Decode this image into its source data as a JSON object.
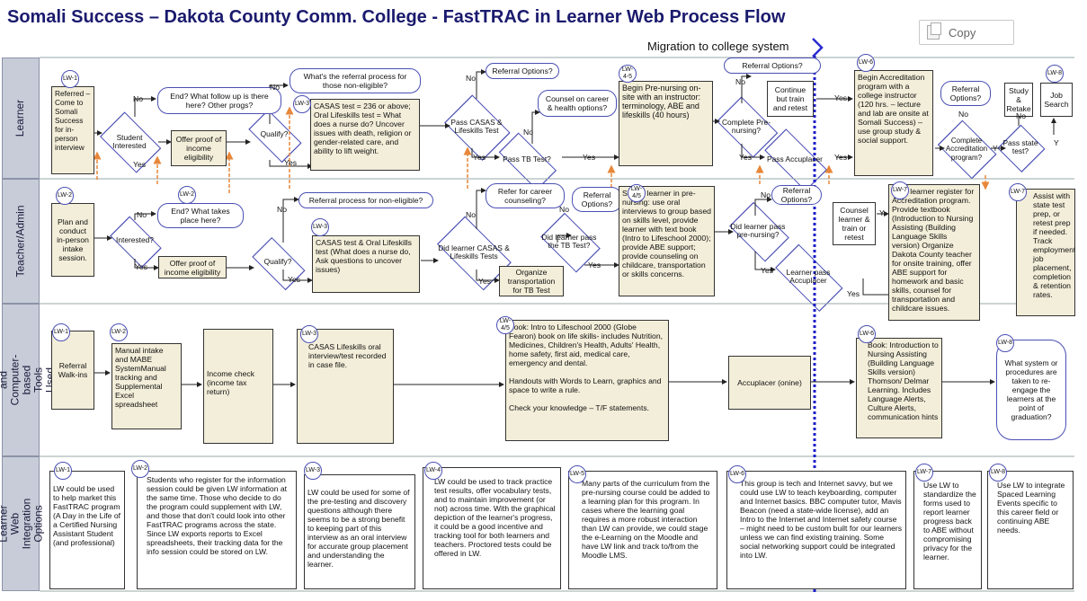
{
  "title": "Somali Success – Dakota County Comm. College - FastTRAC in Learner Web Process Flow",
  "copy_label": "Copy",
  "migration_label": "Migration to college system",
  "lanes": [
    "Learner",
    "Teacher/Admin",
    "Physical and Computer-based Tools Used",
    "Learner Web Integration Options"
  ],
  "learner": {
    "referred": "Referred – Come to Somali Success for in-person interview",
    "student_interested": "Student Interested",
    "end_q": "End? What follow up is there here? Other progs?",
    "offer_proof": "Offer proof of income eligibility",
    "qualify": "Qualify?",
    "nonelig_q": "What's the referral process for those non-eligible?",
    "casas_test": "CASAS test = 236 or above; Oral Lifeskills test = What does a nurse do? Uncover issues with death, religion or gender-related care, and ability to lift weight.",
    "referral_options": "Referral Options?",
    "pass_casas": "Pass CASAS & Lifeskills Test",
    "counsel_career": "Counsel on career & health options?",
    "pass_tb": "Pass TB Test?",
    "begin_prenursing": "Begin Pre-nursing on-site with an instructor: terminology, ABE and lifeskills (40 hours)",
    "complete_prenursing": "Complete Pre-nursing?",
    "referral_options2": "Referral Options?",
    "continue_train": "Continue but train and retest",
    "pass_accuplacer": "Pass Accuplacer",
    "begin_accred": "Begin Accreditation program with a college instructor (120 hrs. – lecture and lab are onsite at Somali Success) – use group study & social support.",
    "referral_options3": "Referral Options?",
    "complete_accred": "Complete Accreditation program?",
    "study_retake": "Study & Retake",
    "pass_state": "Pass state test?",
    "job_search": "Job Search"
  },
  "teacher": {
    "plan": "Plan and conduct in-person intake session.",
    "interested": "Interested?",
    "end_q": "End? What takes place here?",
    "offer_proof": "Offer proof of income eligibility",
    "qualify": "Qualify?",
    "nonelig_q": "Referral process for non-eligible?",
    "casas_test": "CASAS test & Oral Lifeskills test (What does a nurse do, Ask questions to uncover issues)",
    "did_learner_casas": "Did learner CASAS & Lifeskills Tests",
    "refer_career": "Refer for career counseling?",
    "referral_options": "Referral Options?",
    "organize_tb": "Organize transportation for TB Test",
    "did_learner_tb": "Did learner pass the TB Test?",
    "setup_learner": "Set up learner in pre-nursing: use oral interviews to group based on skills level, provide learner with text book (Intro to Lifeschool 2000); provide ABE support; provide counseling on childcare, transportation or skills concerns.",
    "did_learner_prenursing": "Did learner pass pre-nursing?",
    "referral_options2": "Referral Options?",
    "counsel_retest": "Counsel learner & train or retest",
    "learner_pass_accu": "Learner pass Accuplacer",
    "help_register": "Help learner register for Accreditation program. Provide textbook (Introduction to Nursing Assisting (Building Language Skills version) Organize Dakota County teacher for onsite training, offer ABE support for homework and basic skills, counsel for transportation and childcare issues.",
    "assist_state": "Assist with state test prep, or retest prep if needed. Track employment, job placement, completion & retention rates."
  },
  "tools": {
    "referral_walkins": "Referral Walk-ins",
    "manual_intake": "Manual intake and MABE SystemManual tracking and Supplemental Excel spreadsheet",
    "income_check": "Income check (income tax return)",
    "casas": "CASAS Lifeskills oral interview/test recorded in case file.",
    "book": "Book: Intro to Lifeschool 2000 (Globe Fearon) book on life skills- includes Nutrition, Medicines, Children's Health, Adults' Health, home safety, first aid, medical care, emergency and dental.\n\nHandouts with Words to Learn, graphics and space to write a rule.\n\nCheck your knowledge – T/F statements.",
    "accuplacer": "Accuplacer (onine)",
    "book2": "Book: Introduction to Nursing Assisting (Building Language Skills version) Thomson/ Delmar Learning. Includes Language Alerts, Culture Alerts, communication hints",
    "what_system": "What system or procedures are taken to re-engage the learners at the point of graduation?"
  },
  "lw_options": {
    "lw1": "LW could be used to help market this FastTRAC program (A Day in the Life of a Certified Nursing Assistant Student (and professional)",
    "lw2": "Students who register for the information session could be given LW information at the same time. Those who decide to do the program could supplement with LW, and those that don't could look into other FastTRAC programs across the state. Since LW exports reports to Excel spreadsheets, their tracking data for the info session could be stored on LW.",
    "lw3": "LW could be used for some of the pre-testing and discovery questions although there seems to be a strong benefit to keeping part of this interview as an oral interview for accurate group placement and understanding the learner.",
    "lw4": "LW could be used to track practice test results, offer vocabulary tests, and to maintain improvement (or not) across time. With the graphical depiction of the learner's progress, it could be a good incentive and tracking tool for both learners and teachers. Proctored tests could be offered in LW.",
    "lw5": "Many parts of the curriculum from the pre-nursing course could be added to a learning plan for this program. In cases where the learning goal requires a more robust interaction than LW can provide, we could stage the e-Learning on the Moodle and have LW link and track to/from the Moodle LMS.",
    "lw6": "This group is tech and Internet savvy, but we could use LW to teach keyboarding, computer and Internet basics. BBC computer tutor, Mavis Beacon (need a state-wide license), add an Intro to the Internet and Internet safety course – might need to be custom built for our learners unless we can find existing training. Some social networking support could be integrated into LW.",
    "lw7": "Use LW to standardize the forms used to report learner progress back to ABE without compromising privacy for the learner.",
    "lw8": "Use LW to integrate Spaced Learning Events specific to this career field or continuing ABE needs."
  },
  "badges": {
    "lw1": "LW-1",
    "lw2": "LW-2",
    "lw3": "LW-3",
    "lw45": "LW-4-5",
    "lw45b": "LW-4/5",
    "lw4": "LW-4",
    "lw5": "LW-5",
    "lw6": "LW-6",
    "lw7": "LW-7",
    "lw8": "LW-8"
  },
  "labels": {
    "no": "No",
    "yes": "Yes",
    "y": "Y"
  },
  "colors": {
    "lane_band": "#c7ccd8",
    "node_fill": "#f3eed9",
    "outline_blue": "#4a4fb3",
    "arrow_orange": "#e8873a",
    "divider_blue": "#1e1ec8"
  }
}
